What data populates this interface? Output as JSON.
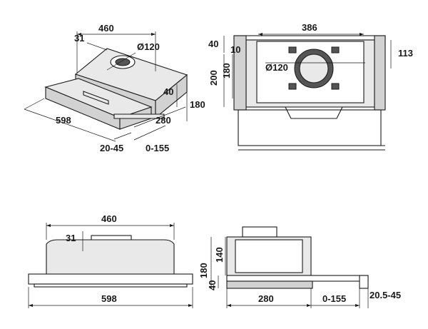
{
  "views": {
    "isometric": {
      "dims": {
        "width_top": "460",
        "offset": "31",
        "duct": "Ø120",
        "height_small": "40",
        "height": "180",
        "depth": "280",
        "width": "598",
        "front": "20-45",
        "extension": "0-155"
      }
    },
    "front_top": {
      "dims": {
        "width_inner": "386",
        "top_40": "40",
        "top_10": "10",
        "right_113": "113",
        "height_200": "200",
        "height_180": "180",
        "duct": "Ø120"
      }
    },
    "front_bottom": {
      "dims": {
        "width_top": "460",
        "offset": "31",
        "width": "598"
      }
    },
    "side": {
      "dims": {
        "h180": "180",
        "h140": "140",
        "h40": "40",
        "depth": "280",
        "extension": "0-155",
        "front": "20.5-45"
      }
    }
  }
}
